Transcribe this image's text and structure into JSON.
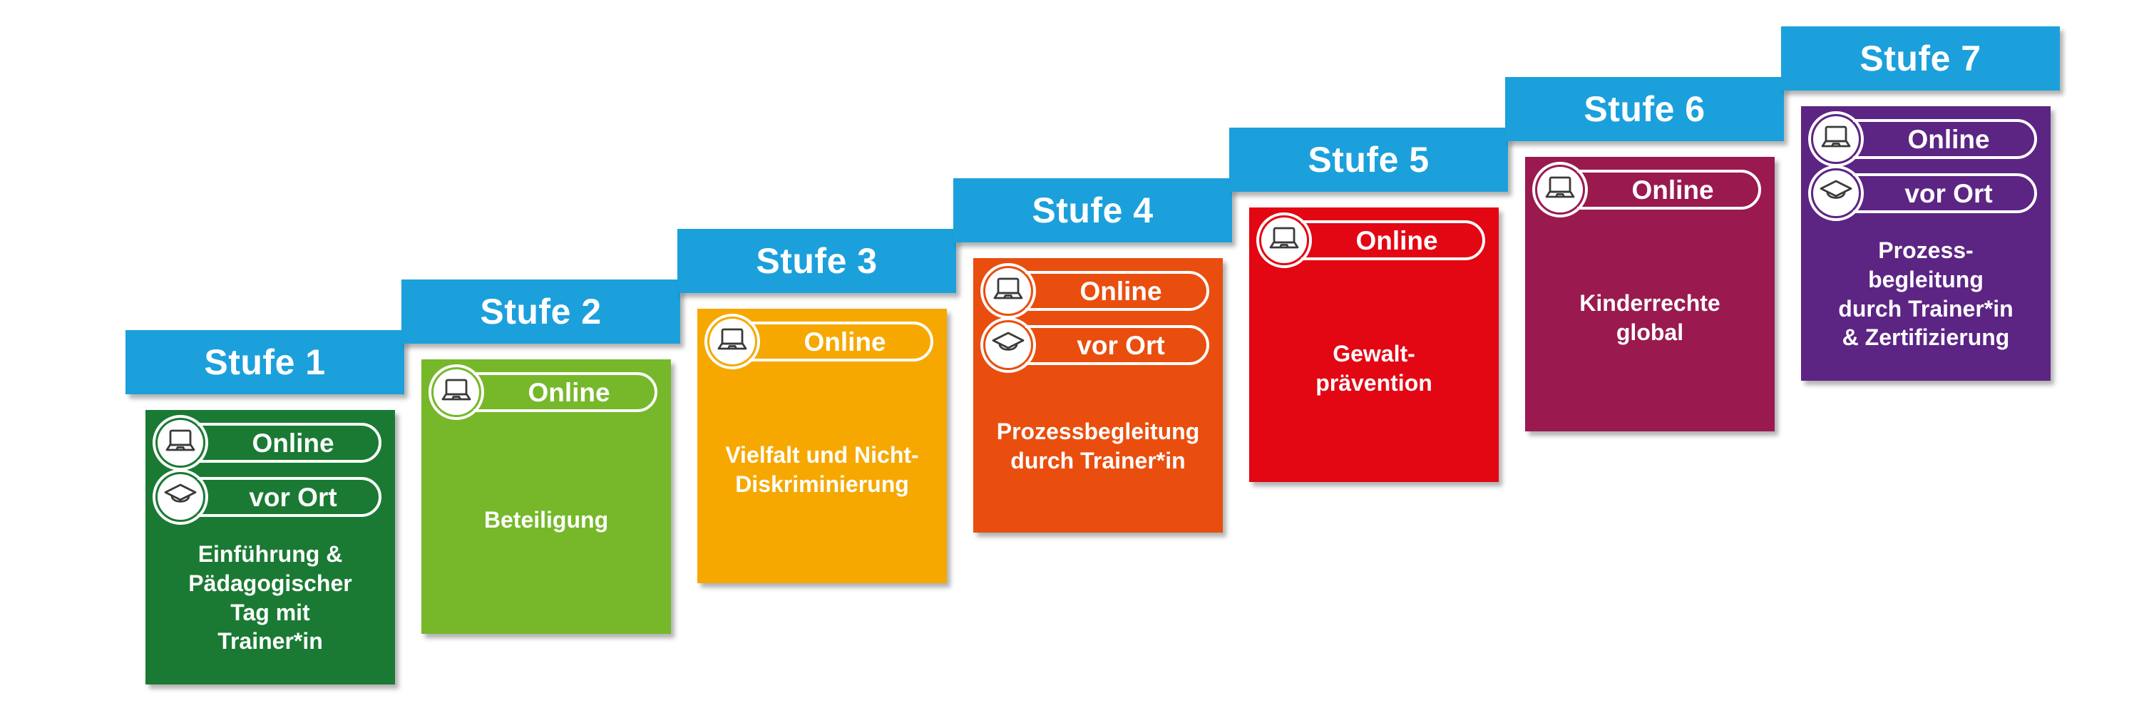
{
  "diagram": {
    "type": "staircase-model",
    "step_count": 7,
    "background": "#FFFFFF"
  },
  "colors": {
    "header_blue": "#1BA0DC",
    "text_white": "#FFFFFF",
    "icon_stroke": "#3A3A39"
  },
  "badge_icons": {
    "Online": "laptop-icon",
    "vor Ort": "graduation-cap-icon"
  },
  "steps": [
    {
      "label": "Stufe 1",
      "color": "#1A7A33",
      "badges": [
        "Online",
        "vor Ort"
      ],
      "text": "Einführung &\nPädagogischer\nTag mit\nTrainer*in"
    },
    {
      "label": "Stufe 2",
      "color": "#76B82A",
      "badges": [
        "Online"
      ],
      "text": "Beteiligung"
    },
    {
      "label": "Stufe 3",
      "color": "#F6A800",
      "badges": [
        "Online"
      ],
      "text": "Vielfalt und Nicht-\nDiskriminierung"
    },
    {
      "label": "Stufe 4",
      "color": "#E94E0F",
      "badges": [
        "Online",
        "vor Ort"
      ],
      "text": "Prozessbegleitung\ndurch Trainer*in"
    },
    {
      "label": "Stufe 5",
      "color": "#E30613",
      "badges": [
        "Online"
      ],
      "text": "Gewalt-\nprävention"
    },
    {
      "label": "Stufe 6",
      "color": "#9A1A50",
      "badges": [
        "Online"
      ],
      "text": "Kinderrechte\nglobal"
    },
    {
      "label": "Stufe 7",
      "color": "#5C2483",
      "badges": [
        "Online",
        "vor Ort"
      ],
      "text": "Prozess-\nbegleitung\ndurch Trainer*in\n& Zertifizierung"
    }
  ]
}
